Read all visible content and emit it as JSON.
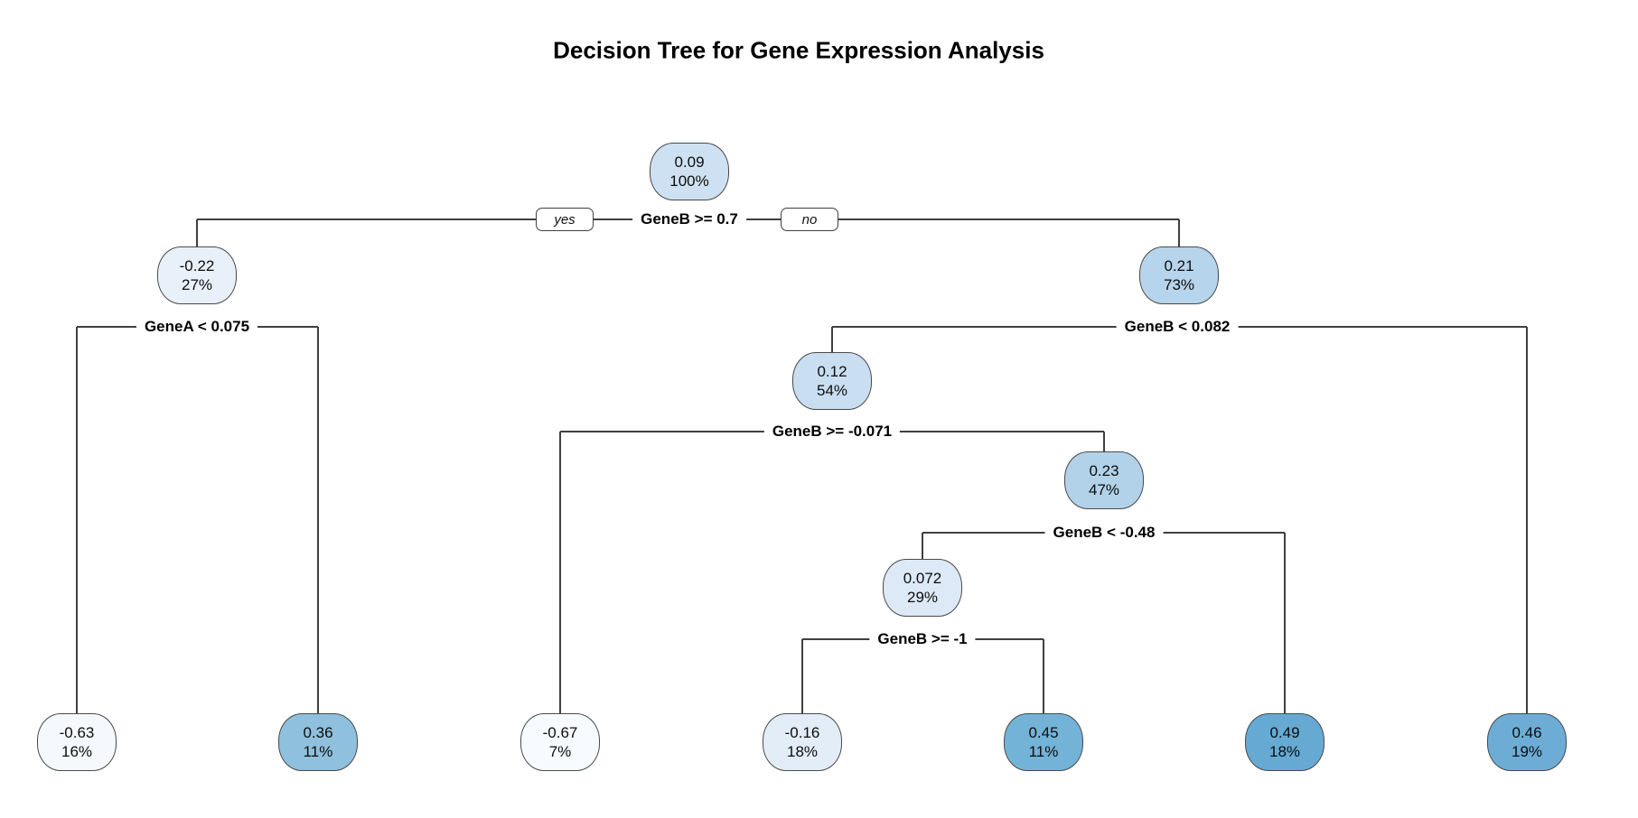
{
  "title": "Decision Tree for Gene Expression Analysis",
  "edge_labels": {
    "yes": "yes",
    "no": "no"
  },
  "colors": {
    "background": "#ffffff",
    "branch_line": "#404040",
    "node_border": "#4a4a4a"
  },
  "splits": {
    "root": {
      "label": "GeneB >= 0.7"
    },
    "l": {
      "label": "GeneA < 0.075"
    },
    "r": {
      "label": "GeneB < 0.082"
    },
    "rl": {
      "label": "GeneB >= -0.071"
    },
    "rlr": {
      "label": "GeneB < -0.48"
    },
    "rlrl": {
      "label": "GeneB >= -1"
    }
  },
  "nodes": {
    "root": {
      "value": "0.09",
      "pct": "100%",
      "fill": "#cde1f2"
    },
    "l": {
      "value": "-0.22",
      "pct": "27%",
      "fill": "#e8f1fa"
    },
    "r": {
      "value": "0.21",
      "pct": "73%",
      "fill": "#b6d4eb"
    },
    "rl": {
      "value": "0.12",
      "pct": "54%",
      "fill": "#c9def1"
    },
    "rlr": {
      "value": "0.23",
      "pct": "47%",
      "fill": "#b2d2ea"
    },
    "rlrl": {
      "value": "0.072",
      "pct": "29%",
      "fill": "#dde9f6"
    },
    "leaf_ll": {
      "value": "-0.63",
      "pct": "16%",
      "fill": "#f5f9fd"
    },
    "leaf_lr": {
      "value": "0.36",
      "pct": "11%",
      "fill": "#8fc0dd"
    },
    "leaf_rll": {
      "value": "-0.67",
      "pct": "7%",
      "fill": "#f7fbff"
    },
    "leaf_rlrll": {
      "value": "-0.16",
      "pct": "18%",
      "fill": "#e2edf8"
    },
    "leaf_rlrlr": {
      "value": "0.45",
      "pct": "11%",
      "fill": "#74b3d8"
    },
    "leaf_rlrr": {
      "value": "0.49",
      "pct": "18%",
      "fill": "#66aad3"
    },
    "leaf_rr": {
      "value": "0.46",
      "pct": "19%",
      "fill": "#6dadd5"
    }
  }
}
